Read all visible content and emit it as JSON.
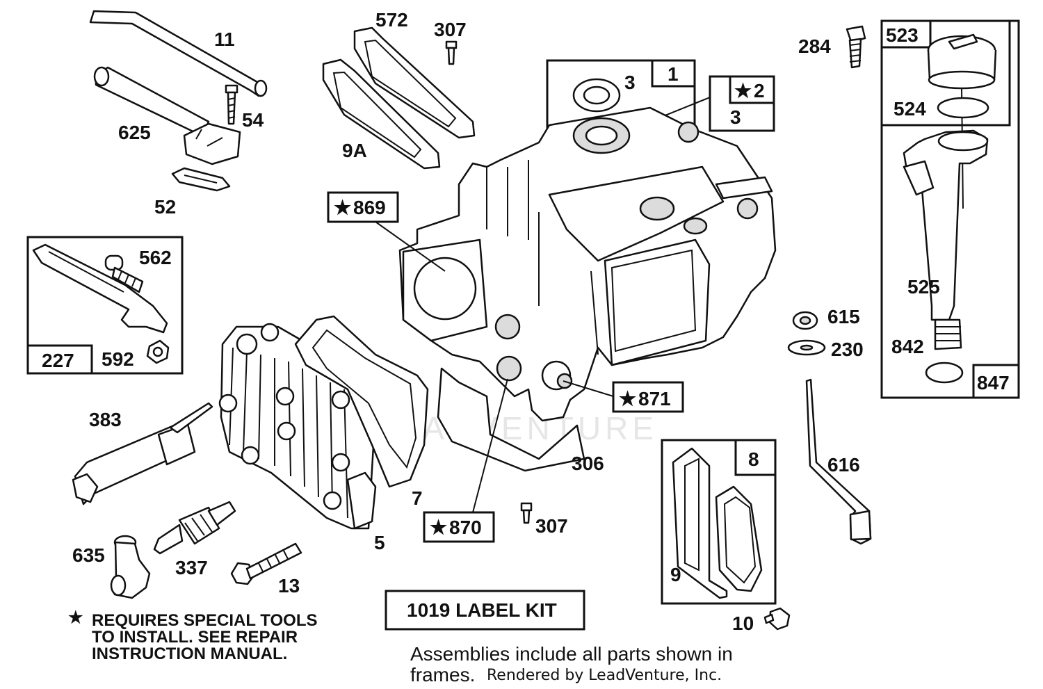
{
  "watermark": "LEADVENTURE",
  "callouts": {
    "c11": "11",
    "c54": "54",
    "c625": "625",
    "c52": "52",
    "c572": "572",
    "c307a": "307",
    "c9a": "9A",
    "c3a": "3",
    "c1": "1",
    "c2": "2",
    "c3b": "3",
    "c284": "284",
    "c523": "523",
    "c524": "524",
    "c525": "525",
    "c842": "842",
    "c847": "847",
    "c869": "869",
    "c562": "562",
    "c227": "227",
    "c592": "592",
    "c615": "615",
    "c230": "230",
    "c871": "871",
    "c383": "383",
    "c306": "306",
    "c7": "7",
    "c870": "870",
    "c307b": "307",
    "c5": "5",
    "c8": "8",
    "c616": "616",
    "c635": "635",
    "c337": "337",
    "c13": "13",
    "c9": "9",
    "c10": "10"
  },
  "star_glyph": "★",
  "note": {
    "line1": "REQUIRES SPECIAL TOOLS",
    "line2": "TO INSTALL.  SEE REPAIR",
    "line3": "INSTRUCTION MANUAL."
  },
  "label_kit": "1019 LABEL KIT",
  "footer": {
    "line1": "Assemblies include all parts shown in",
    "line2": "frames.",
    "credit": "Rendered by LeadVenture, Inc."
  }
}
